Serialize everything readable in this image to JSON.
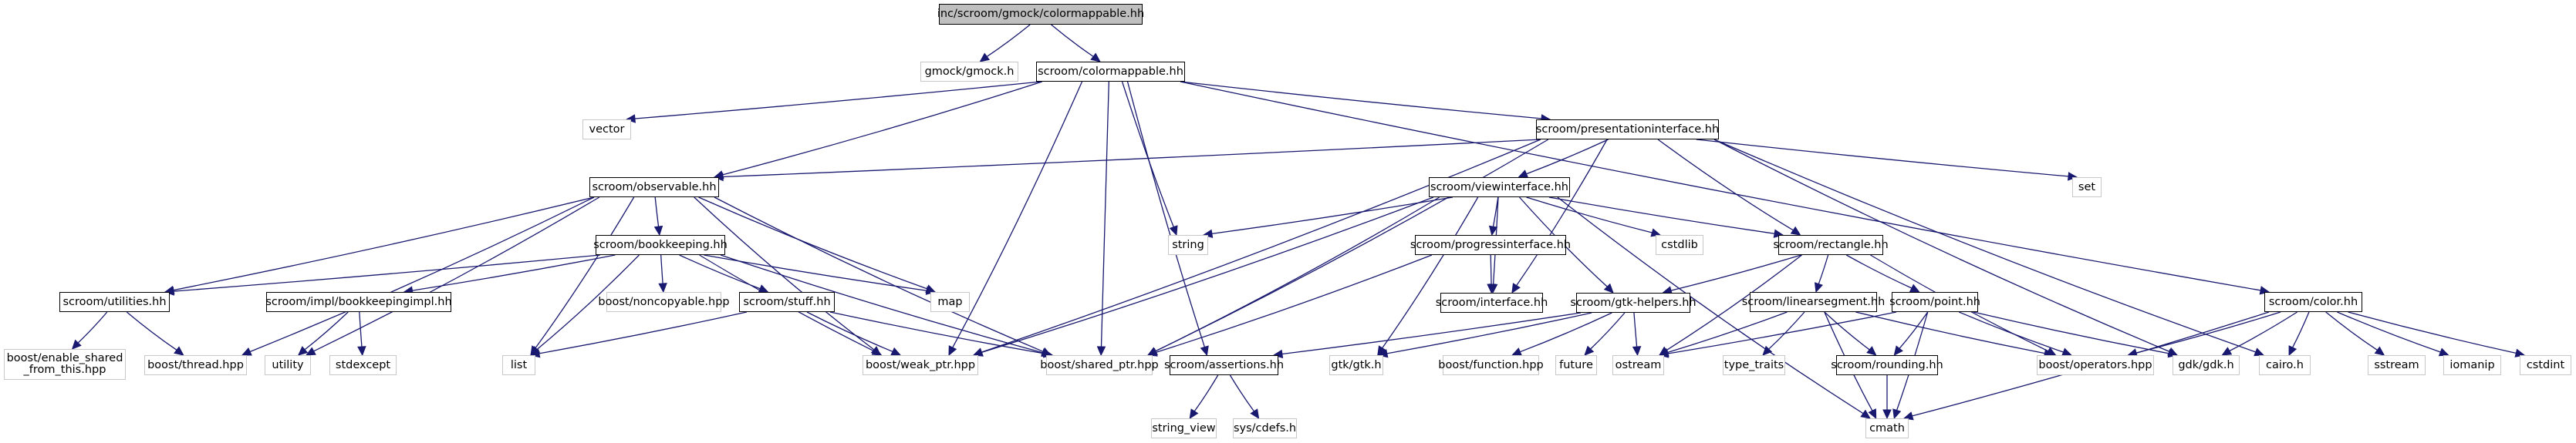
{
  "graph": {
    "title": "inc/scroom/gmock/colormappable.hh",
    "edge_color": "#191970",
    "nodes": {
      "root": {
        "label": "inc/scroom/gmock/colormappable.hh",
        "kind": "root"
      },
      "gmock": {
        "label": "gmock/gmock.h",
        "kind": "external"
      },
      "colormappable": {
        "label": "scroom/colormappable.hh",
        "kind": "documented"
      },
      "vector": {
        "label": "vector",
        "kind": "external"
      },
      "observable": {
        "label": "scroom/observable.hh",
        "kind": "documented"
      },
      "presentationinterface": {
        "label": "scroom/presentationinterface.hh",
        "kind": "documented"
      },
      "set": {
        "label": "set",
        "kind": "external"
      },
      "bookkeeping": {
        "label": "scroom/bookkeeping.hh",
        "kind": "documented"
      },
      "string": {
        "label": "string",
        "kind": "external"
      },
      "viewinterface": {
        "label": "scroom/viewinterface.hh",
        "kind": "documented"
      },
      "progressinterface": {
        "label": "scroom/progressinterface.hh",
        "kind": "documented"
      },
      "cstdlib": {
        "label": "cstdlib",
        "kind": "external"
      },
      "rectangle": {
        "label": "scroom/rectangle.hh",
        "kind": "documented"
      },
      "utilities": {
        "label": "scroom/utilities.hh",
        "kind": "documented"
      },
      "bookkeepingimpl": {
        "label": "scroom/impl/bookkeepingimpl.hh",
        "kind": "documented"
      },
      "noncopyable": {
        "label": "boost/noncopyable.hpp",
        "kind": "external"
      },
      "stuff": {
        "label": "scroom/stuff.hh",
        "kind": "documented"
      },
      "map": {
        "label": "map",
        "kind": "external"
      },
      "interface": {
        "label": "scroom/interface.hh",
        "kind": "documented"
      },
      "gtkhelpers": {
        "label": "scroom/gtk-helpers.hh",
        "kind": "documented"
      },
      "linearsegment": {
        "label": "scroom/linearsegment.hh",
        "kind": "documented"
      },
      "point": {
        "label": "scroom/point.hh",
        "kind": "documented"
      },
      "color": {
        "label": "scroom/color.hh",
        "kind": "documented"
      },
      "enable_shared": {
        "label": "boost/enable_shared\n_from_this.hpp",
        "kind": "external"
      },
      "thread": {
        "label": "boost/thread.hpp",
        "kind": "external"
      },
      "utility": {
        "label": "utility",
        "kind": "external"
      },
      "stdexcept": {
        "label": "stdexcept",
        "kind": "external"
      },
      "list": {
        "label": "list",
        "kind": "external"
      },
      "weak_ptr": {
        "label": "boost/weak_ptr.hpp",
        "kind": "external"
      },
      "shared_ptr": {
        "label": "boost/shared_ptr.hpp",
        "kind": "external"
      },
      "assertions": {
        "label": "scroom/assertions.hh",
        "kind": "documented"
      },
      "gtk": {
        "label": "gtk/gtk.h",
        "kind": "external"
      },
      "function": {
        "label": "boost/function.hpp",
        "kind": "external"
      },
      "future": {
        "label": "future",
        "kind": "external"
      },
      "ostream": {
        "label": "ostream",
        "kind": "external"
      },
      "type_traits": {
        "label": "type_traits",
        "kind": "external"
      },
      "rounding": {
        "label": "scroom/rounding.hh",
        "kind": "documented"
      },
      "operators": {
        "label": "boost/operators.hpp",
        "kind": "external"
      },
      "gdk": {
        "label": "gdk/gdk.h",
        "kind": "external"
      },
      "cairo": {
        "label": "cairo.h",
        "kind": "external"
      },
      "sstream": {
        "label": "sstream",
        "kind": "external"
      },
      "iomanip": {
        "label": "iomanip",
        "kind": "external"
      },
      "cstdint": {
        "label": "cstdint",
        "kind": "external"
      },
      "string_view": {
        "label": "string_view",
        "kind": "external"
      },
      "cdefs": {
        "label": "sys/cdefs.h",
        "kind": "external"
      },
      "cmath": {
        "label": "cmath",
        "kind": "external"
      }
    },
    "edges": [
      [
        "root",
        "gmock"
      ],
      [
        "root",
        "colormappable"
      ],
      [
        "colormappable",
        "vector"
      ],
      [
        "colormappable",
        "observable"
      ],
      [
        "colormappable",
        "presentationinterface"
      ],
      [
        "colormappable",
        "color"
      ],
      [
        "colormappable",
        "string"
      ],
      [
        "colormappable",
        "shared_ptr"
      ],
      [
        "colormappable",
        "weak_ptr"
      ],
      [
        "colormappable",
        "assertions"
      ],
      [
        "observable",
        "bookkeeping"
      ],
      [
        "observable",
        "utilities"
      ],
      [
        "observable",
        "thread"
      ],
      [
        "observable",
        "utility"
      ],
      [
        "observable",
        "list"
      ],
      [
        "observable",
        "map"
      ],
      [
        "observable",
        "weak_ptr"
      ],
      [
        "observable",
        "shared_ptr"
      ],
      [
        "presentationinterface",
        "observable"
      ],
      [
        "presentationinterface",
        "viewinterface"
      ],
      [
        "presentationinterface",
        "set"
      ],
      [
        "presentationinterface",
        "rectangle"
      ],
      [
        "presentationinterface",
        "interface"
      ],
      [
        "presentationinterface",
        "gdk"
      ],
      [
        "presentationinterface",
        "cairo"
      ],
      [
        "presentationinterface",
        "shared_ptr"
      ],
      [
        "presentationinterface",
        "weak_ptr"
      ],
      [
        "bookkeeping",
        "utilities"
      ],
      [
        "bookkeeping",
        "bookkeepingimpl"
      ],
      [
        "bookkeeping",
        "noncopyable"
      ],
      [
        "bookkeeping",
        "stuff"
      ],
      [
        "bookkeeping",
        "map"
      ],
      [
        "bookkeeping",
        "list"
      ],
      [
        "bookkeeping",
        "weak_ptr"
      ],
      [
        "bookkeeping",
        "shared_ptr"
      ],
      [
        "viewinterface",
        "string"
      ],
      [
        "viewinterface",
        "progressinterface"
      ],
      [
        "viewinterface",
        "cstdlib"
      ],
      [
        "viewinterface",
        "rectangle"
      ],
      [
        "viewinterface",
        "interface"
      ],
      [
        "viewinterface",
        "gtkhelpers"
      ],
      [
        "viewinterface",
        "gtk"
      ],
      [
        "viewinterface",
        "cmath"
      ],
      [
        "viewinterface",
        "shared_ptr"
      ],
      [
        "viewinterface",
        "weak_ptr"
      ],
      [
        "progressinterface",
        "interface"
      ],
      [
        "progressinterface",
        "shared_ptr"
      ],
      [
        "rectangle",
        "gtkhelpers"
      ],
      [
        "rectangle",
        "linearsegment"
      ],
      [
        "rectangle",
        "point"
      ],
      [
        "rectangle",
        "ostream"
      ],
      [
        "rectangle",
        "operators"
      ],
      [
        "utilities",
        "enable_shared"
      ],
      [
        "utilities",
        "thread"
      ],
      [
        "bookkeepingimpl",
        "utility"
      ],
      [
        "bookkeepingimpl",
        "stdexcept"
      ],
      [
        "stuff",
        "list"
      ],
      [
        "stuff",
        "weak_ptr"
      ],
      [
        "stuff",
        "shared_ptr"
      ],
      [
        "gtkhelpers",
        "gtk"
      ],
      [
        "gtkhelpers",
        "function"
      ],
      [
        "gtkhelpers",
        "future"
      ],
      [
        "gtkhelpers",
        "ostream"
      ],
      [
        "gtkhelpers",
        "assertions"
      ],
      [
        "linearsegment",
        "ostream"
      ],
      [
        "linearsegment",
        "type_traits"
      ],
      [
        "linearsegment",
        "rounding"
      ],
      [
        "linearsegment",
        "cmath"
      ],
      [
        "linearsegment",
        "operators"
      ],
      [
        "point",
        "ostream"
      ],
      [
        "point",
        "rounding"
      ],
      [
        "point",
        "cmath"
      ],
      [
        "point",
        "operators"
      ],
      [
        "point",
        "gdk"
      ],
      [
        "color",
        "operators"
      ],
      [
        "color",
        "gdk"
      ],
      [
        "color",
        "cairo"
      ],
      [
        "color",
        "cmath"
      ],
      [
        "color",
        "sstream"
      ],
      [
        "color",
        "iomanip"
      ],
      [
        "color",
        "cstdint"
      ],
      [
        "assertions",
        "string_view"
      ],
      [
        "assertions",
        "cdefs"
      ],
      [
        "rounding",
        "cmath"
      ]
    ]
  }
}
